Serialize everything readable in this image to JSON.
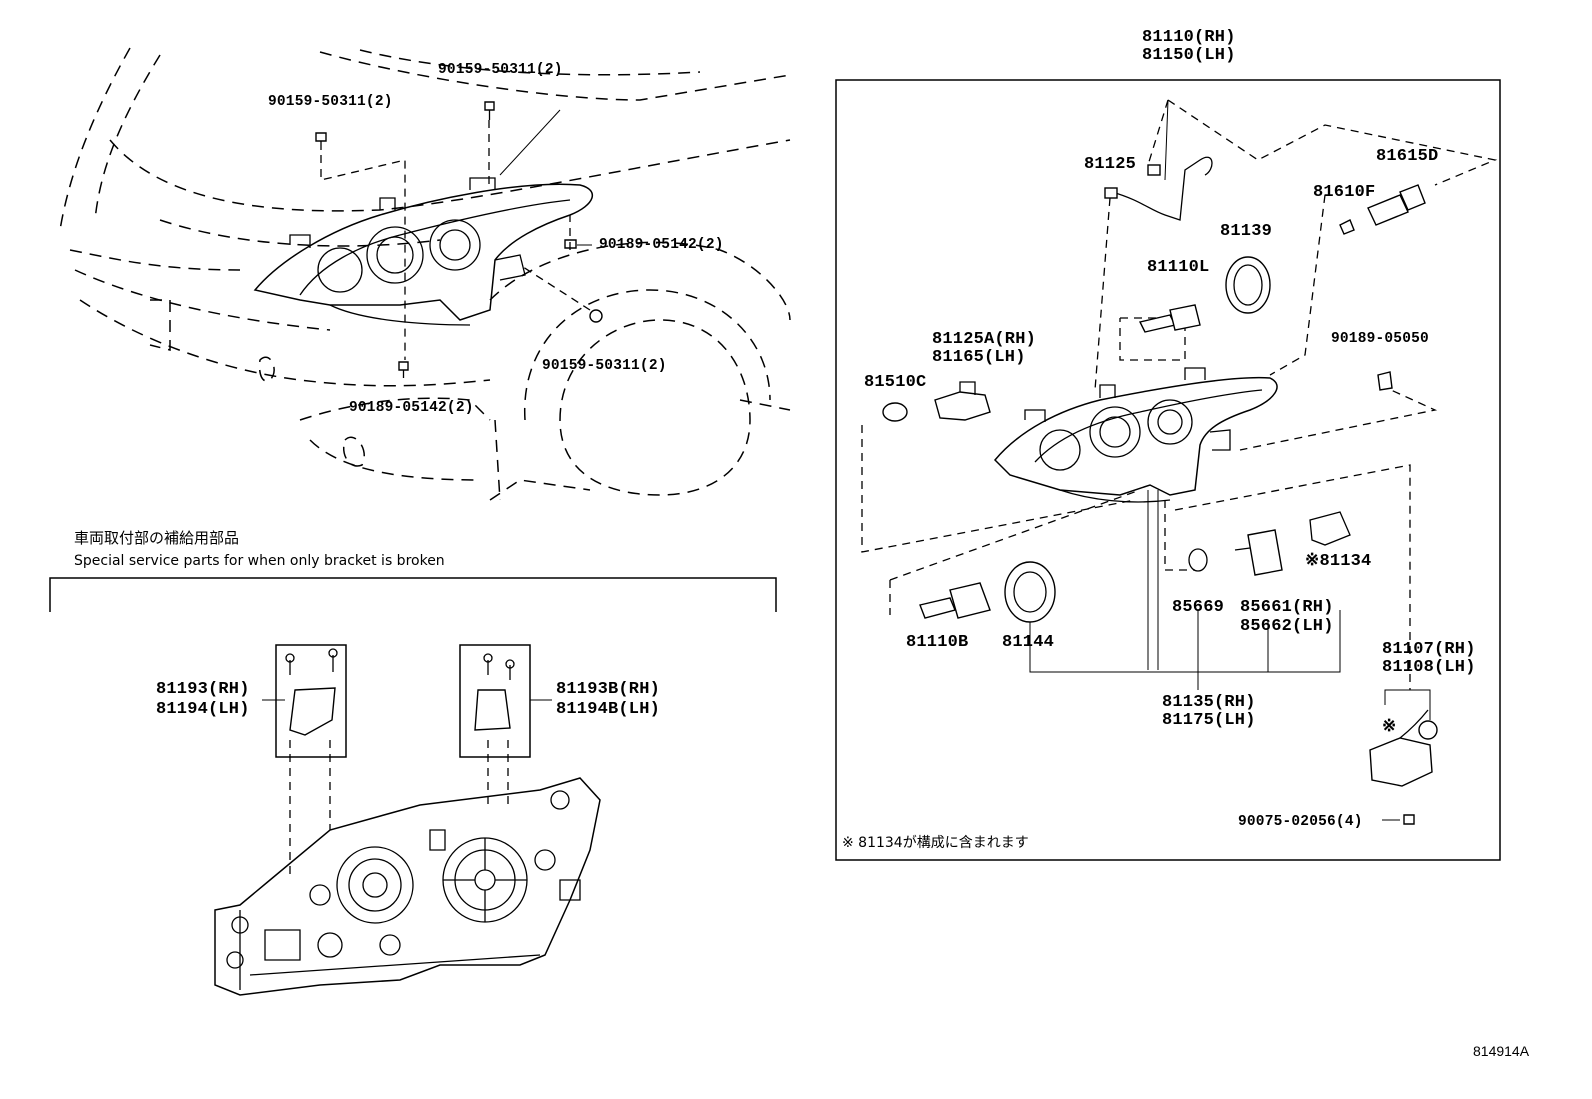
{
  "part_labels": {
    "p81110_rh": "81110(RH)",
    "p81150_lh": "81150(LH)",
    "p90159_50311_top": "90159-50311(2)",
    "p90159_50311_left": "90159-50311(2)",
    "p90189_05142_right": "90189-05142(2)",
    "p90159_50311_low": "90159-50311(2)",
    "p90189_05142_low": "90189-05142(2)",
    "p81125": "81125",
    "p81615d": "81615D",
    "p81610f": "81610F",
    "p81139": "81139",
    "p81110l": "81110L",
    "p81125a_rh": "81125A(RH)",
    "p81165_lh": "81165(LH)",
    "p81510c": "81510C",
    "p90189_05050": "90189-05050",
    "p81134": "※81134",
    "p85669": "85669",
    "p85661_rh": "85661(RH)",
    "p85662_lh": "85662(LH)",
    "p81110b": "81110B",
    "p81144": "81144",
    "p81107_rh": "81107(RH)",
    "p81108_lh": "81108(LH)",
    "p81135_rh": "81135(RH)",
    "p81175_lh": "81175(LH)",
    "p90075_02056": "90075-02056(4)",
    "p81193_rh": "81193(RH)",
    "p81194_lh": "81194(LH)",
    "p81193b_rh": "81193B(RH)",
    "p81194b_lh": "81194B(LH)",
    "asterisk_mark": "※"
  },
  "notes": {
    "bracket_jp": "車両取付部の補給用部品",
    "bracket_en": "Special service parts for when only bracket is broken",
    "included_note": "※ 81134が構成に含まれます"
  },
  "figure_id": "814914A"
}
